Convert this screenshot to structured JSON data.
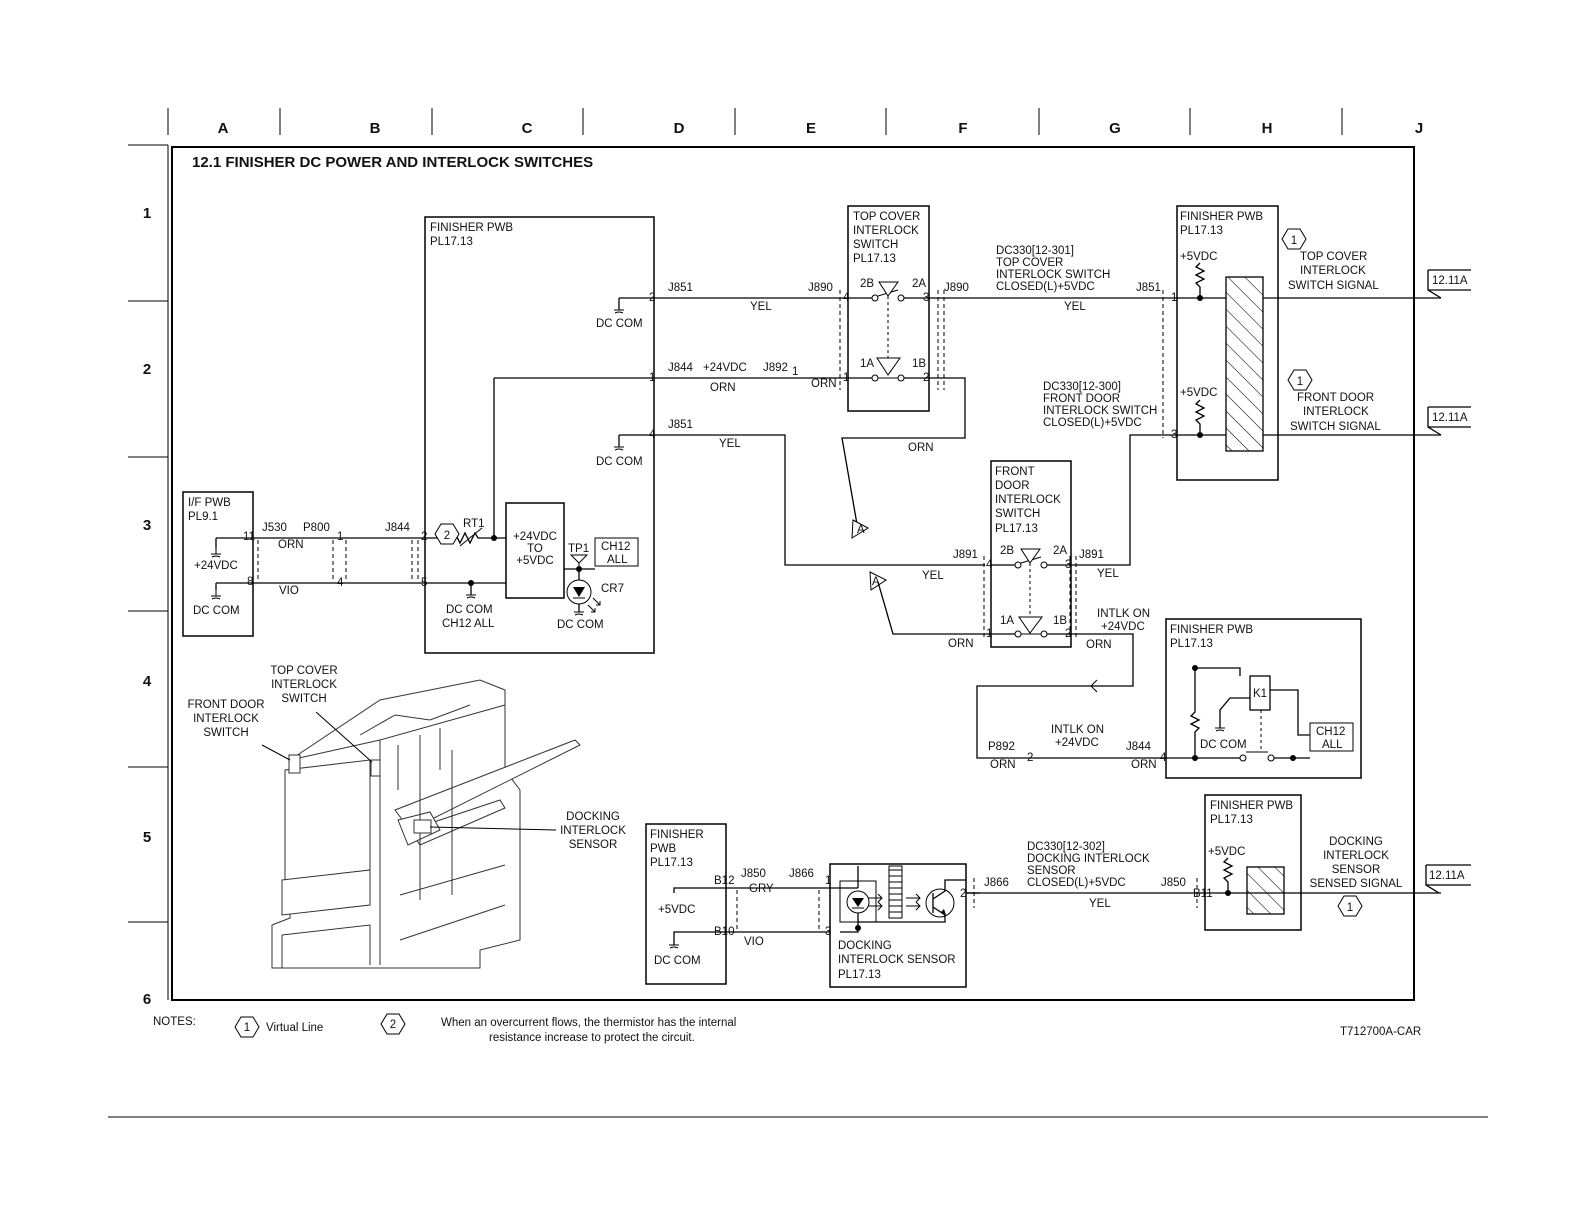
{
  "title": "12.1 FINISHER DC POWER AND INTERLOCK SWITCHES",
  "columns": [
    "A",
    "B",
    "C",
    "D",
    "E",
    "F",
    "G",
    "H",
    "J"
  ],
  "rows": [
    "1",
    "2",
    "3",
    "4",
    "5",
    "6"
  ],
  "labels": {
    "fin_pwb_c": [
      "FINISHER PWB",
      "PL17.13"
    ],
    "fin_pwb_h": [
      "FINISHER PWB",
      "PL17.13"
    ],
    "fin_pwb_relay": [
      "FINISHER PWB",
      "PL17.13"
    ],
    "fin_pwb_h5": [
      "FINISHER PWB",
      "PL17.13"
    ],
    "fin_pwb_d5": [
      "FINISHER",
      "PWB",
      "PL17.13"
    ],
    "if_pwb": [
      "I/F PWB",
      "PL9.1"
    ],
    "top_cover_sw": [
      "TOP COVER",
      "INTERLOCK",
      "SWITCH",
      "PL17.13"
    ],
    "front_door_sw": [
      "FRONT",
      "DOOR",
      "INTERLOCK",
      "SWITCH",
      "PL17.13"
    ],
    "docking_sensor": [
      "DOCKING",
      "INTERLOCK SENSOR",
      "PL17.13"
    ],
    "dc330_301": [
      "DC330[12-301]",
      "TOP COVER",
      "INTERLOCK SWITCH",
      "CLOSED(L)+5VDC"
    ],
    "dc330_300": [
      "DC330[12-300]",
      "FRONT DOOR",
      "INTERLOCK SWITCH",
      "CLOSED(L)+5VDC"
    ],
    "dc330_302": [
      "DC330[12-302]",
      "DOCKING INTERLOCK",
      "SENSOR",
      "CLOSED(L)+5VDC"
    ],
    "top_cover_signal": [
      "TOP COVER",
      "INTERLOCK",
      "SWITCH  SIGNAL"
    ],
    "front_door_signal": [
      "FRONT DOOR",
      "INTERLOCK",
      "SWITCH  SIGNAL"
    ],
    "docking_signal": [
      "DOCKING",
      "INTERLOCK",
      "SENSOR",
      "SENSED SIGNAL"
    ],
    "intlk_on_1": [
      "INTLK ON",
      "+24VDC"
    ],
    "intlk_on_2": [
      "INTLK ON",
      "+24VDC"
    ],
    "conv_24_5": [
      "+24VDC",
      "TO",
      "+5VDC"
    ],
    "ch12_all_1": [
      "CH12",
      "ALL"
    ],
    "ch12_all_2": [
      "CH12",
      "ALL"
    ],
    "dc_com_ch12": [
      "DC COM",
      "CH12 ALL"
    ],
    "ill_top_cover": [
      "TOP COVER",
      "INTERLOCK",
      "SWITCH"
    ],
    "ill_front_door": [
      "FRONT DOOR",
      "INTERLOCK",
      "SWITCH"
    ],
    "ill_docking": [
      "DOCKING",
      "INTERLOCK",
      "SENSOR"
    ],
    "notes_label": "NOTES:",
    "note1_text": "Virtual Line",
    "note2_text": [
      "When an overcurrent flows, the thermistor has the internal",
      "resistance increase to protect the circuit."
    ],
    "doc_id": "T712700A-CAR",
    "ref_12_11a": "12.11A"
  },
  "texts": {
    "j851": "J851",
    "j890": "J890",
    "j844": "J844",
    "j892": "J892",
    "j891": "J891",
    "j530": "J530",
    "p800": "P800",
    "p892": "P892",
    "j850": "J850",
    "j866": "J866",
    "yel": "YEL",
    "orn": "ORN",
    "vio": "VIO",
    "gry": "GRY",
    "dc_com": "DC COM",
    "v24": "+24VDC",
    "v5": "+5VDC",
    "rt1": "RT1",
    "tp1": "TP1",
    "cr7": "CR7",
    "k1": "K1",
    "b12": "B12",
    "b10": "B10",
    "b11": "B11",
    "p2b": "2B",
    "p2a": "2A",
    "p1a": "1A",
    "p1b": "1B",
    "n1": "1",
    "n2": "2",
    "n3": "3",
    "n4": "4",
    "n5": "5",
    "n8": "8",
    "n11": "11",
    "flag_a": "A"
  },
  "colors": {
    "ink": "#000000",
    "paper": "#ffffff"
  }
}
